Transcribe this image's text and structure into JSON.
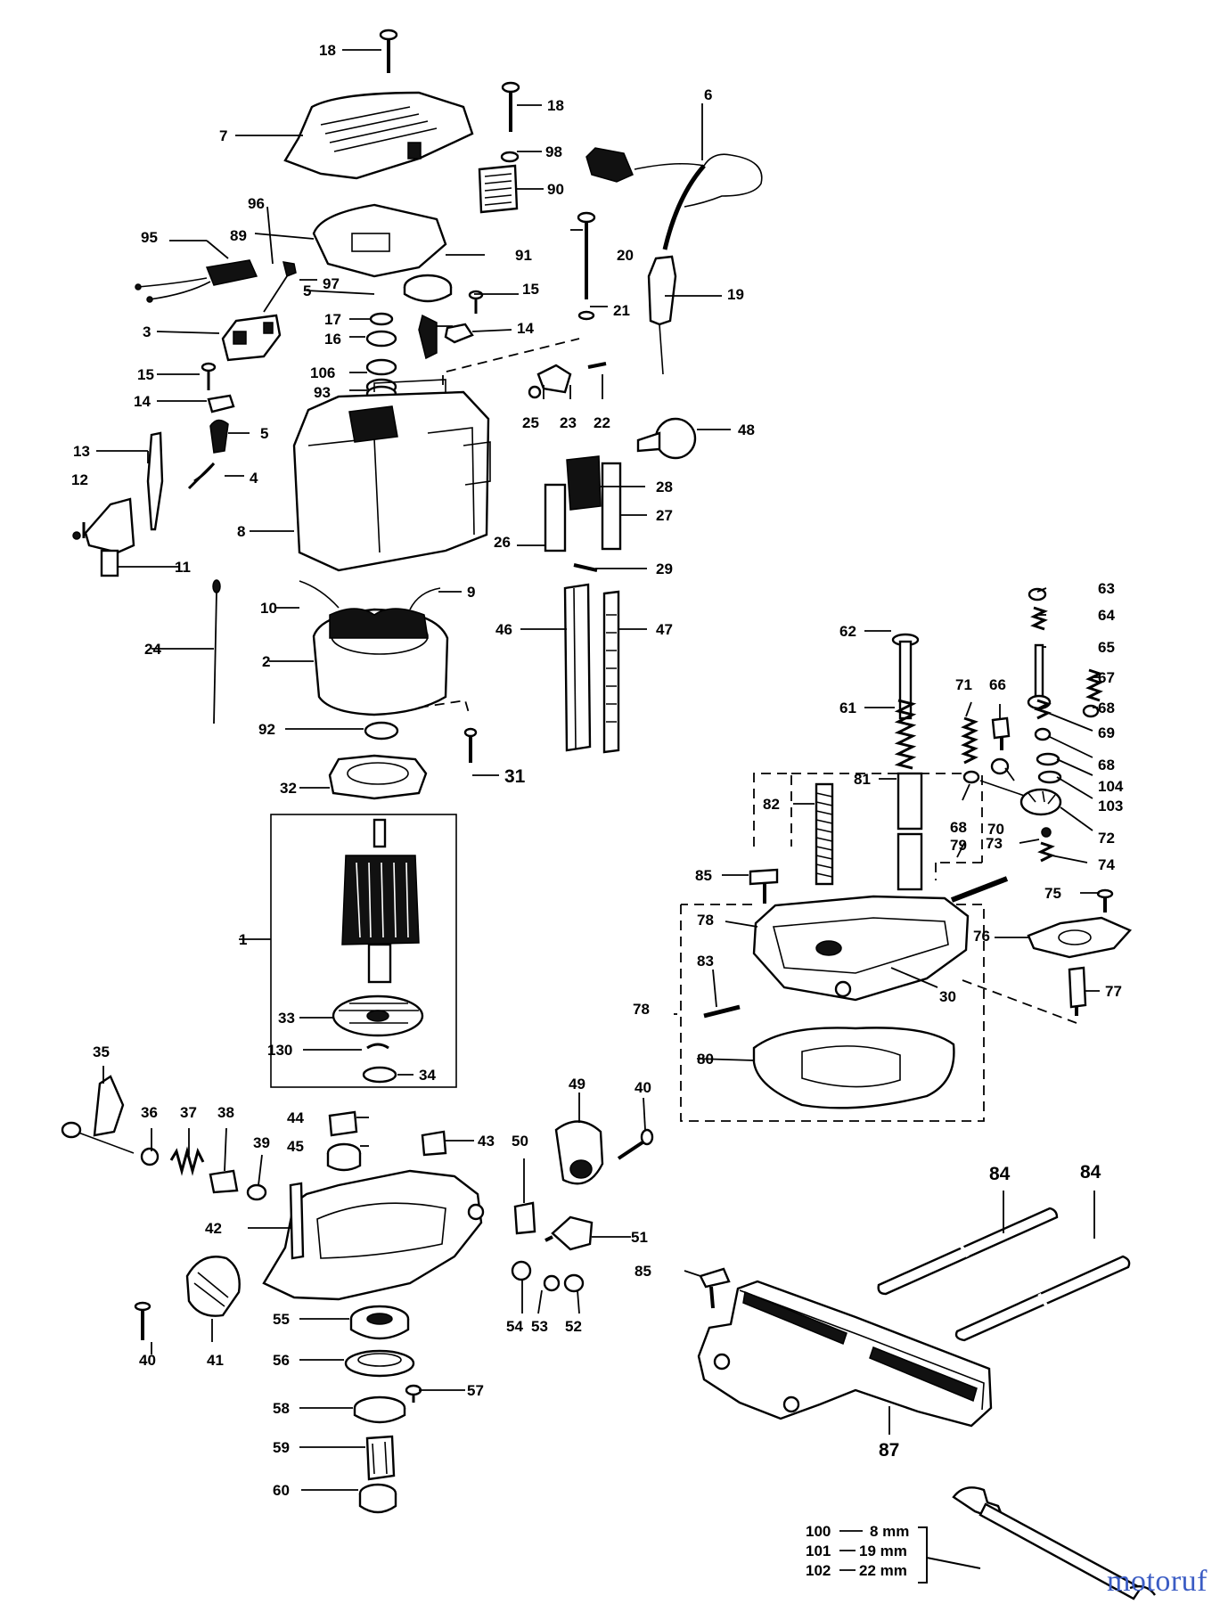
{
  "labels": {
    "l1": "1",
    "l2": "2",
    "l3": "3",
    "l4": "4",
    "l5a": "5",
    "l5b": "5",
    "l6": "6",
    "l7": "7",
    "l8": "8",
    "l9": "9",
    "l10": "10",
    "l11": "11",
    "l12": "12",
    "l13": "13",
    "l14a": "14",
    "l14b": "14",
    "l15a": "15",
    "l15b": "15",
    "l16": "16",
    "l17": "17",
    "l18a": "18",
    "l18b": "18",
    "l19": "19",
    "l20": "20",
    "l21": "21",
    "l22": "22",
    "l23": "23",
    "l24": "24",
    "l25": "25",
    "l26": "26",
    "l27": "27",
    "l28": "28",
    "l29": "29",
    "l30": "30",
    "l31": "31",
    "l32": "32",
    "l33": "33",
    "l34": "34",
    "l35": "35",
    "l36": "36",
    "l37": "37",
    "l38": "38",
    "l39": "39",
    "l40a": "40",
    "l40b": "40",
    "l41": "41",
    "l42": "42",
    "l43": "43",
    "l44": "44",
    "l45": "45",
    "l46": "46",
    "l47": "47",
    "l48": "48",
    "l49": "49",
    "l50": "50",
    "l51": "51",
    "l52": "52",
    "l53": "53",
    "l54": "54",
    "l55": "55",
    "l56": "56",
    "l57": "57",
    "l58": "58",
    "l59": "59",
    "l60": "60",
    "l61": "61",
    "l62": "62",
    "l63": "63",
    "l64": "64",
    "l65": "65",
    "l66": "66",
    "l67": "67",
    "l68a": "68",
    "l68b": "68",
    "l68c": "68",
    "l69": "69",
    "l70": "70",
    "l71": "71",
    "l72": "72",
    "l73": "73",
    "l74": "74",
    "l75": "75",
    "l76": "76",
    "l77": "77",
    "l78a": "78",
    "l78b": "78",
    "l79": "79",
    "l80": "80",
    "l81": "81",
    "l82": "82",
    "l83": "83",
    "l84a": "84",
    "l84b": "84",
    "l85a": "85",
    "l85b": "85",
    "l87": "87",
    "l89": "89",
    "l90": "90",
    "l91": "91",
    "l92": "92",
    "l93": "93",
    "l95": "95",
    "l96": "96",
    "l97": "97",
    "l98": "98",
    "l103": "103",
    "l104": "104",
    "l106": "106",
    "l130": "130"
  },
  "wrench_sizes": [
    {
      "part": "100",
      "size": "8 mm"
    },
    {
      "part": "101",
      "size": "19 mm"
    },
    {
      "part": "102",
      "size": "22 mm"
    }
  ],
  "watermark": "motoruf"
}
